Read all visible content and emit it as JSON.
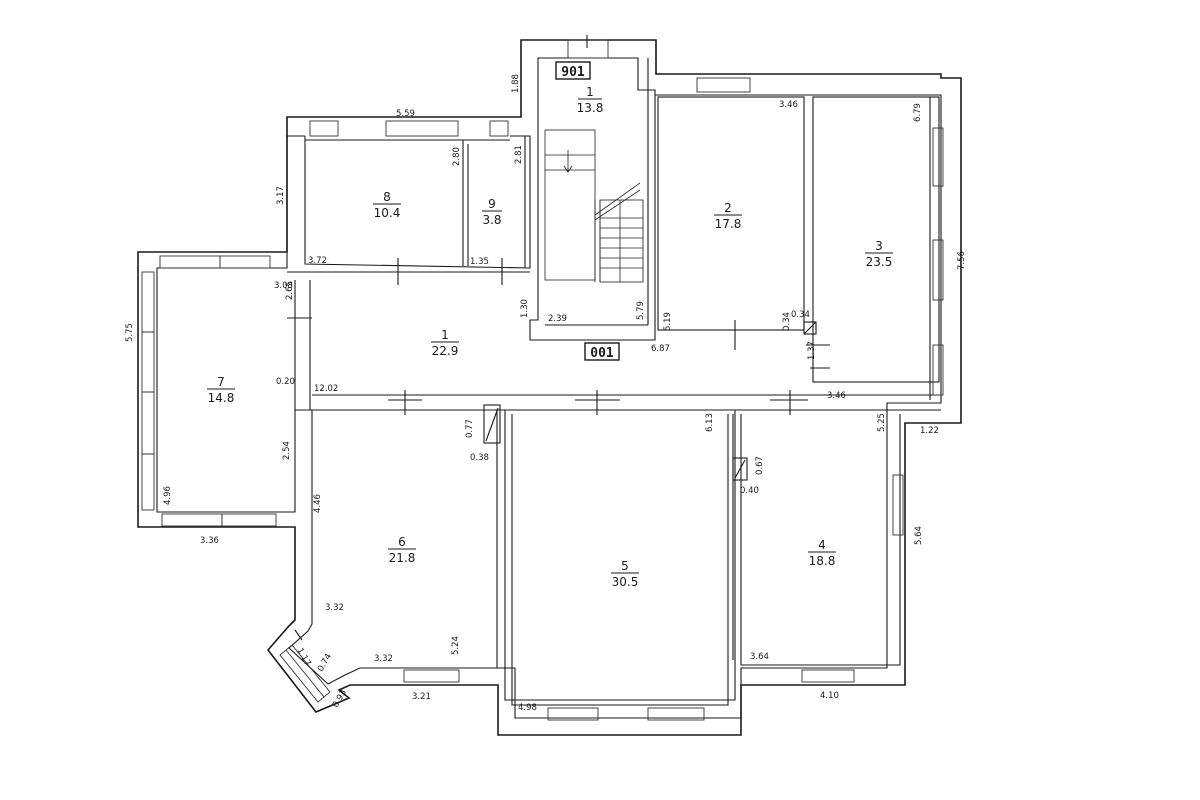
{
  "plan": {
    "stamps": {
      "top": "901",
      "middle": "001"
    },
    "rooms": [
      {
        "num": "1",
        "area": "13.8"
      },
      {
        "num": "2",
        "area": "17.8"
      },
      {
        "num": "3",
        "area": "23.5"
      },
      {
        "num": "1",
        "area": "22.9"
      },
      {
        "num": "8",
        "area": "10.4"
      },
      {
        "num": "9",
        "area": "3.8"
      },
      {
        "num": "7",
        "area": "14.8"
      },
      {
        "num": "6",
        "area": "21.8"
      },
      {
        "num": "5",
        "area": "30.5"
      },
      {
        "num": "4",
        "area": "18.8"
      }
    ],
    "dimensions": {
      "d_188": "1.88",
      "d_559": "5.59",
      "d_346a": "3.46",
      "d_679": "6.79",
      "d_317": "3.17",
      "d_280": "2.80",
      "d_281": "2.81",
      "d_756": "7.56",
      "d_372": "3.72",
      "d_135": "1.35",
      "d_308": "3.08",
      "d_265": "2.65",
      "d_130": "1.30",
      "d_575": "5.75",
      "d_239": "2.39",
      "d_579": "5.79",
      "d_519": "5.19",
      "d_034a": "0.34",
      "d_034b": "0.34",
      "d_687": "6.87",
      "d_137": "1.37",
      "d_020": "0.20",
      "d_1202": "12.02",
      "d_346b": "3.46",
      "d_077": "0.77",
      "d_613": "6.13",
      "d_525": "5.25",
      "d_122": "1.22",
      "d_038": "0.38",
      "d_067": "0.67",
      "d_040": "0.40",
      "d_254": "2.54",
      "d_496": "4.96",
      "d_446": "4.46",
      "d_336": "3.36",
      "d_564": "5.64",
      "d_332a": "3.32",
      "d_524": "5.24",
      "d_332b": "3.32",
      "d_364": "3.64",
      "d_117": "1.17",
      "d_074": "0.74",
      "d_321": "3.21",
      "d_410": "4.10",
      "d_498": "4.98",
      "d_093": "0.93"
    }
  }
}
